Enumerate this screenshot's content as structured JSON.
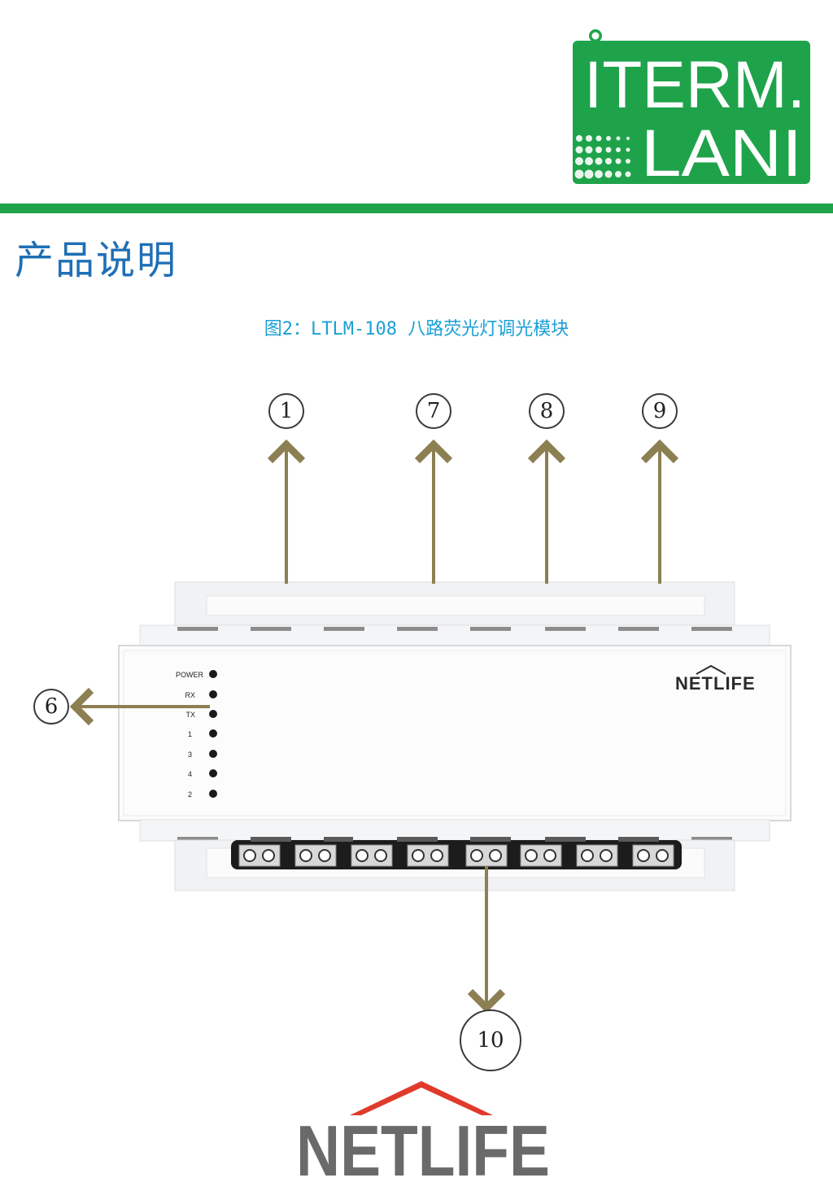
{
  "header": {
    "logo_line1": "ITERM.",
    "logo_line2": "LANI",
    "accent_color": "#1ea34a"
  },
  "section_title": "产品说明",
  "figure_caption": "图2：LTLM-108 八路荧光灯调光模块",
  "callouts": [
    "1",
    "7",
    "8",
    "9",
    "6",
    "10"
  ],
  "device": {
    "brand": "NETLIFE",
    "led_labels": [
      "POWER",
      "RX",
      "TX",
      "1",
      "3",
      "4",
      "2"
    ],
    "terminal_count": 8
  },
  "footer_logo": {
    "text": "NETLIFE",
    "roof_color": "#e03a2c",
    "text_color": "#6a6a6a"
  },
  "arrow_color": "#8c7f52"
}
